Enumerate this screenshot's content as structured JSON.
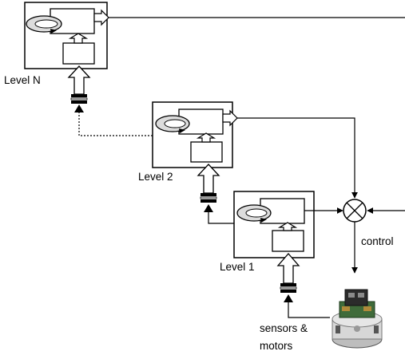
{
  "labels": {
    "level_n": "Level N",
    "level_2": "Level 2",
    "level_1": "Level 1",
    "control": "control",
    "sensors_line1": "sensors &",
    "sensors_line2": "motors"
  },
  "colors": {
    "stroke": "#000000",
    "background": "#ffffff",
    "loop_fill": "#d9d9d9",
    "robot_dark": "#2b2b2b",
    "robot_board": "#3f6b3a",
    "robot_base": "#cfcfcf"
  },
  "icons": {
    "robot": "robot-photo-icon",
    "summing_junction": "summing-junction-icon"
  }
}
